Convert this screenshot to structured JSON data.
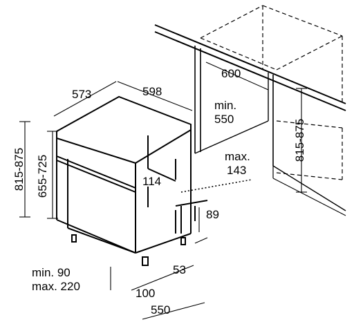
{
  "labels": {
    "depth_573": "573",
    "width_598": "598",
    "niche_width_600": "600",
    "min_550_a": "min.",
    "min_550_b": "550",
    "height_815_875_left": "815-875",
    "height_655_725": "655-725",
    "height_815_875_right": "815-875",
    "max_143_a": "max.",
    "max_143_b": "143",
    "dim_114": "114",
    "dim_89": "89",
    "dim_53": "53",
    "min_90": "min. 90",
    "max_220": "max. 220",
    "dim_100": "100",
    "dim_550": "550"
  },
  "colors": {
    "line": "#000000",
    "dim_line": "#000000"
  }
}
